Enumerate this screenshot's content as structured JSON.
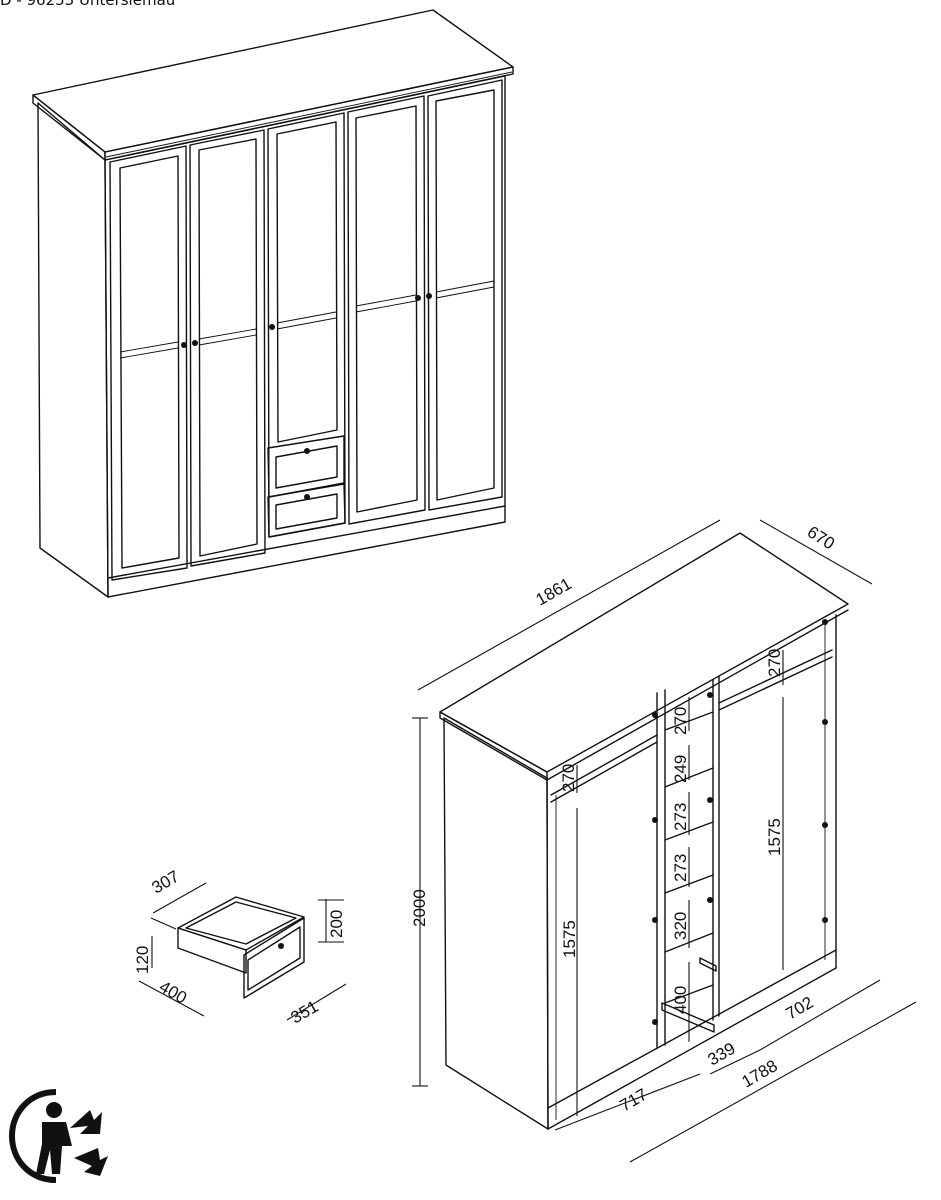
{
  "header": {
    "address": "D - 96253 Untersiemau"
  },
  "dimensions": {
    "width": "1861",
    "depth": "670",
    "height": "2000",
    "inner_width": "1788",
    "left_section": "717",
    "middle_section": "339",
    "right_section": "702",
    "left_top_compartment": "270",
    "left_hanging": "1575",
    "right_top_compartment": "270",
    "right_hanging": "1575",
    "shelf_1": "270",
    "shelf_2": "249",
    "shelf_3": "273",
    "shelf_4": "273",
    "shelf_5": "320",
    "shelf_6": "400"
  },
  "drawer": {
    "depth": "307",
    "height_outer": "200",
    "height_inner": "120",
    "width": "400",
    "inner_width": "351"
  },
  "icons": [
    "recycling-person-icon"
  ],
  "colors": {
    "line": "#111111",
    "background": "#ffffff"
  }
}
